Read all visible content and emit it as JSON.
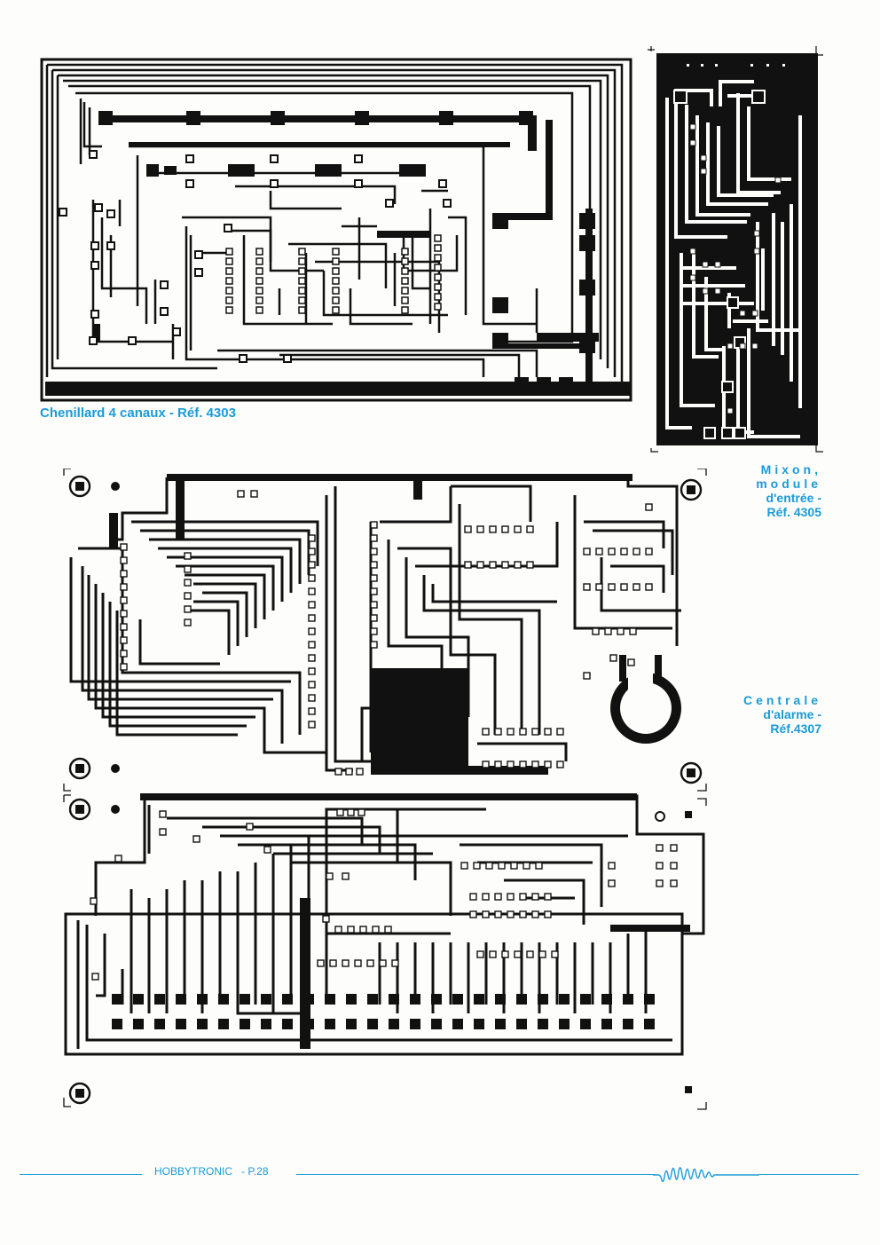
{
  "captions": {
    "chenillard": "Chenillard 4 canaux - Réf. 4303",
    "mixon_line1": "Mixon,",
    "mixon_line2": "module",
    "mixon_line3": "d'entrée -",
    "mixon_line4": "Réf. 4305",
    "alarme_line1": "Centrale",
    "alarme_line2": "d'alarme -",
    "alarme_line3": "Réf.4307"
  },
  "footer": {
    "magazine": "HOBBYTRONIC",
    "separator": "-",
    "page": "P.28"
  },
  "colors": {
    "accent": "#1a9bd7",
    "copper": "#111111",
    "paper": "#fdfdfb"
  },
  "icons": {
    "footer_logo": "waveform-logo-icon"
  }
}
